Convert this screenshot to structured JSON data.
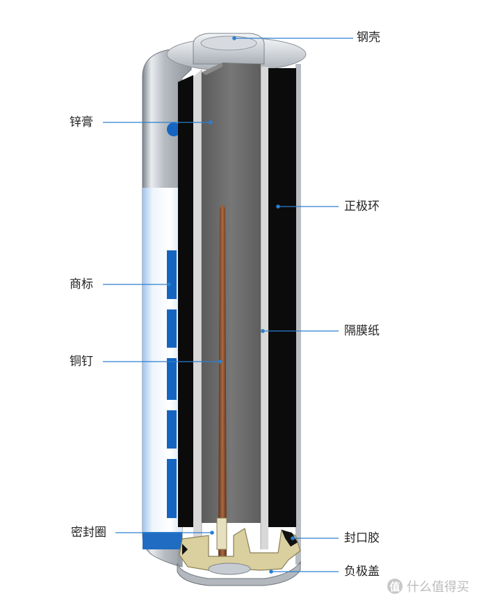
{
  "labels": {
    "steel_shell": "钢壳",
    "zinc_paste": "锌膏",
    "positive_ring": "正极环",
    "trademark": "商标",
    "separator_paper": "隔膜纸",
    "copper_nail": "铜钉",
    "sealing_ring": "密封圈",
    "sealing_glue": "封口胶",
    "negative_cap": "负极盖"
  },
  "watermark": {
    "text": "什么值得买",
    "badge": "值"
  },
  "colors": {
    "leader_line": "#2a7fd0",
    "steel": "#c5c9cf",
    "cathode_black": "#0a0a0a",
    "zinc_gray": "#6c6c6c",
    "copper": "#8a4e2c",
    "label_blue": "#1565c0",
    "seal_beige": "#d9cf9f"
  }
}
